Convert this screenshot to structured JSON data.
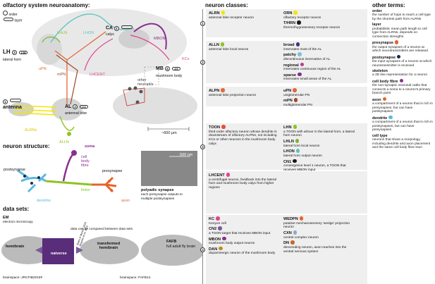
{
  "colors": {
    "alrn": "#f2e600",
    "orn": "#f2e600",
    "thrn": "#1a1a1a",
    "alln": "#8fc31f",
    "broad": "#4a2f82",
    "patchy": "#7ac2e0",
    "regional": "#b83a94",
    "sparse": "#7b2f8e",
    "alpn": "#e1683a",
    "upn": "#e1683a",
    "mpn": "#9b4a26",
    "toon": "#e84e35",
    "lhn": "#8fc31f",
    "lhln": "#7ab833",
    "lhon": "#5cc4c4",
    "cn1": "#1a1a1a",
    "lhcent": "#e3438f",
    "kc": "#e3438f",
    "cn2": "#7b5a9a",
    "mbon": "#8a2f8e",
    "dan": "#b88d26",
    "wedpn": "#e8622b",
    "cxn": "#8fa8c8",
    "dn": "#c8682b",
    "postsynapse": "#1a2a4a",
    "presynapse": "#e8622b",
    "soma": "#8a2f8e",
    "dendrite": "#5cb8e0",
    "axon": "#e8622b",
    "linker": "#8fc31f"
  },
  "neuroanatomy": {
    "title": "olfactory system neuroanatomy:",
    "legend_order": "order",
    "legend_layer": "layer",
    "lh_code": "LH",
    "lh_order": "3",
    "lh_layer": "2.86",
    "lh_name": "lateral horn",
    "ca_code": "CA",
    "ca_order": "3",
    "ca_name": "calyx",
    "mb_code": "MB",
    "mb_order": "4",
    "mb_layer": "4.5",
    "mb_name": "mushroom body",
    "al_code": "AL",
    "al_order": "2",
    "al_layer": "2.3",
    "al_name": "antennal lobe",
    "antenna_order": "1",
    "antenna_name": "antenna",
    "labels": {
      "lhln": "LHLN",
      "lhon": "LHON",
      "mbon": "MBON",
      "kcs": "KCs",
      "upn": "uPN",
      "mpn": "mPN",
      "lhcent": "LHCENT",
      "other": "other\nneuropils",
      "alrns": "ALRNs",
      "alln": "ALLN"
    },
    "scale": "~600 μm"
  },
  "structure": {
    "title": "neuron structure:",
    "soma": "soma",
    "cell_body_fibre": "cell\nbody\nfibre",
    "postsynapse": "postsynapse",
    "presynapse": "presynapse",
    "dendrite": "dendrite",
    "axon": "axon",
    "linker": "linker",
    "scale": "500 nm",
    "polyadic_title": "polyadic synapse",
    "polyadic_desc": "each presynapse outputs to\nmultiple postsynapses"
  },
  "datasets": {
    "title": "data sets:",
    "em_title": "EM",
    "em_desc": "electron microscopy",
    "compare": "data can be compared between data sets",
    "hemibrain": "hemibrain",
    "transformed": "transformed\nhemibrain",
    "fafb": "FAFB",
    "fafb_desc": "full adult fly brain",
    "natverse": "natverse",
    "cite": "Bates & Manton 2020\nBogovic et al. 2019",
    "bs1": "brainspace: JRCFIB2018F",
    "bs2": "brainspace: FAFB14"
  },
  "classes": {
    "title": "neuron classes:",
    "groups": [
      {
        "marker": "1",
        "items": [
          {
            "name": "ALRN",
            "desc": "antennal lobe receptor neuron",
            "color": "alrn"
          },
          {
            "name": "ORN",
            "desc": "olfactory receptor neuron",
            "color": "orn"
          },
          {
            "name": "T/HRN",
            "desc": "thermo/hygrosensory receptor neuron",
            "color": "thrn"
          }
        ]
      },
      {
        "marker": "2",
        "items": [
          {
            "name": "ALLN",
            "desc": "antennal lobe local neuron",
            "color": "alln"
          },
          {
            "name": "broad",
            "desc": "innervates most of the AL",
            "color": "broad"
          },
          {
            "name": "patchy",
            "desc": "discontinuous innervation of AL",
            "color": "patchy"
          },
          {
            "name": "regional",
            "desc": "innervates continuous region of the AL",
            "color": "regional"
          },
          {
            "name": "sparse",
            "desc": "innervates small areas of the AL",
            "color": "sparse"
          },
          {
            "name": "ALPN",
            "desc": "antennal lobe projection neuron",
            "color": "alpn"
          },
          {
            "name": "uPN",
            "desc": "uniglomerular PN",
            "color": "upn"
          },
          {
            "name": "mPN",
            "desc": "multiglomerular PN",
            "color": "mpn"
          }
        ]
      },
      {
        "marker": "3",
        "items": [
          {
            "name": "TOON",
            "desc": "third-order olfactory neuron whose dendrite is downstream of olfactory ALPNs, not including KCs or other neurons in the mushroom body calyx",
            "color": "toon"
          },
          {
            "name": "LHN",
            "desc": "a TOON with arbour in the lateral horn, a lateral horn neuron",
            "color": "lhn"
          },
          {
            "name": "LHLN",
            "desc": "lateral horn local neuron",
            "color": "lhln"
          },
          {
            "name": "LHON",
            "desc": "lateral horn output neuron",
            "color": "lhon"
          },
          {
            "name": "CN1",
            "desc": "convergence level 1 neuron, a TOON that receives MBON input",
            "color": "cn1"
          },
          {
            "name": "LHCENT",
            "desc": "a centrifugal neuron, feedback into the lateral horn and mushroom body calyx from higher regions",
            "color": "lhcent"
          }
        ]
      },
      {
        "marker": "4",
        "items": [
          {
            "name": "KC",
            "desc": "Kenyon cell",
            "color": "kc"
          },
          {
            "name": "CN2",
            "desc": "a TOON target that receives MBON input",
            "color": "cn2"
          },
          {
            "name": "MBON",
            "desc": "mushroom body output neuron",
            "color": "mbon"
          },
          {
            "name": "DAN",
            "desc": "dopaminergic neuron of the mushroom body",
            "color": "dan"
          },
          {
            "name": "WEDPN",
            "desc": "putative mechanosensory 'wedge' projection neuron",
            "color": "wedpn"
          },
          {
            "name": "CXN",
            "desc": "central complex neuron",
            "color": "cxn"
          },
          {
            "name": "DN",
            "desc": "descending neuron, axon reaches into the ventral nervous system",
            "color": "dn"
          }
        ]
      }
    ]
  },
  "terms": {
    "title": "other terms:",
    "items": [
      {
        "name": "order",
        "desc": "the number of hops to reach a cell type by the shortest path from ALRNs"
      },
      {
        "name": "layer",
        "desc": "probabilistic mean path length to cell type from ALRNs, depends on connection strengths"
      },
      {
        "name": "presynapse",
        "desc": "the output synapses of a neuron at which neurotransmitters are released",
        "color": "presynapse"
      },
      {
        "name": "postsynapse",
        "desc": "the input synapses of a neuron at which neurotransmitter is received",
        "color": "postsynapse"
      },
      {
        "name": "skeleton",
        "desc": "a 3D line representation for a neuron"
      },
      {
        "name": "cell body fibre",
        "desc": "the non-synaptic neuronal cable that connects a soma to a neuron's primary branch point",
        "color": "soma"
      },
      {
        "name": "axon",
        "desc": "a compartment of a neuron that is rich in presynapses, but can have postsynapses",
        "color": "axon"
      },
      {
        "name": "dendrite",
        "desc": "a compartment of a neuron that is rich in postsynapses, but can have presynapses",
        "color": "dendrite"
      },
      {
        "name": "cell type",
        "desc": "neurons that share a morpology, including dendrite and axon placement and the same cell body fibre tract"
      }
    ]
  }
}
